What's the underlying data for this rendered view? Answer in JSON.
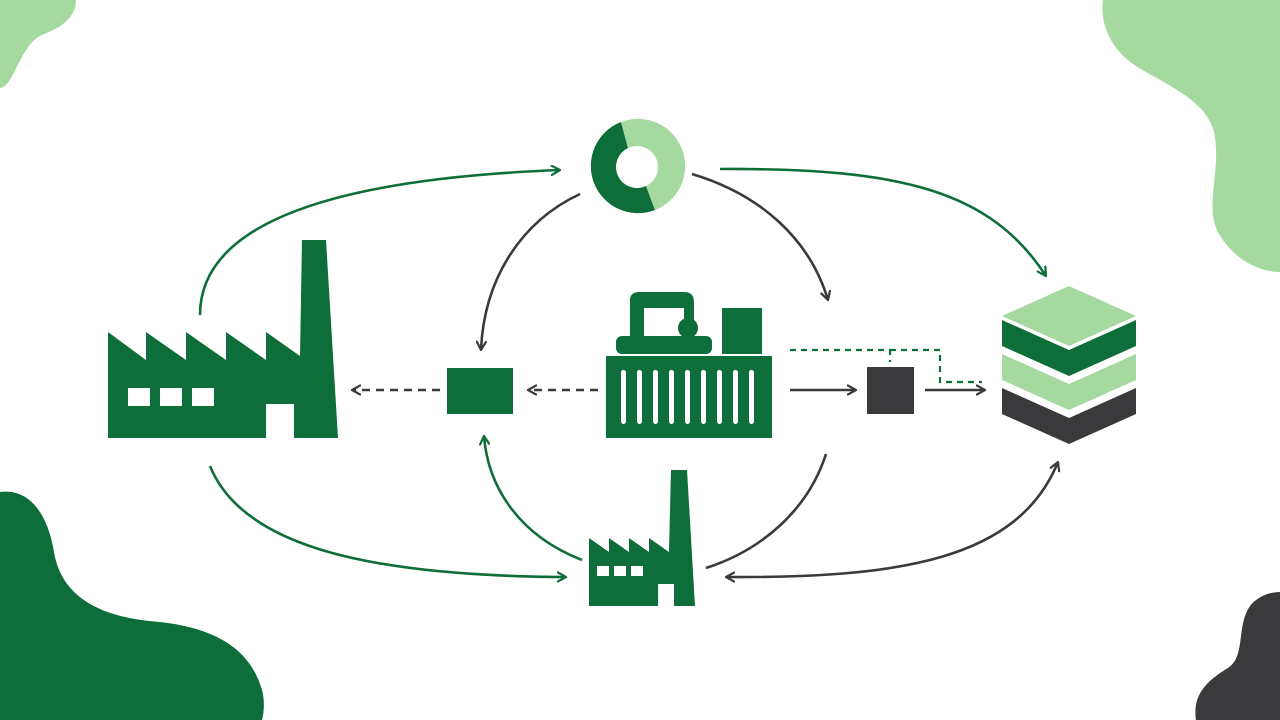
{
  "colors": {
    "dark_green": "#0e6e3a",
    "light_green": "#a5d9a0",
    "charcoal": "#3a3a3c",
    "background": "#ffffff"
  },
  "nodes": [
    {
      "id": "large-factory",
      "icon": "factory-icon",
      "color": "dark_green"
    },
    {
      "id": "recycle-ring",
      "icon": "donut-chart-icon",
      "color": "dark_green"
    },
    {
      "id": "processing-machine",
      "icon": "industrial-machine-icon",
      "color": "dark_green"
    },
    {
      "id": "green-block",
      "icon": "square-icon",
      "color": "dark_green"
    },
    {
      "id": "dark-block",
      "icon": "square-icon",
      "color": "charcoal"
    },
    {
      "id": "material-stack",
      "icon": "layered-stack-icon",
      "color": "dark_green"
    },
    {
      "id": "small-factory",
      "icon": "factory-icon",
      "color": "dark_green"
    }
  ],
  "flows": [
    {
      "from": "large-factory",
      "to": "recycle-ring",
      "style": "solid",
      "color": "dark_green"
    },
    {
      "from": "recycle-ring",
      "to": "material-stack",
      "style": "solid",
      "color": "dark_green"
    },
    {
      "from": "recycle-ring",
      "to": "green-block",
      "style": "solid",
      "color": "charcoal"
    },
    {
      "from": "recycle-ring",
      "to": "processing-machine",
      "style": "solid",
      "color": "charcoal"
    },
    {
      "from": "processing-machine",
      "to": "green-block",
      "style": "dashed",
      "color": "charcoal"
    },
    {
      "from": "green-block",
      "to": "large-factory",
      "style": "dashed",
      "color": "charcoal"
    },
    {
      "from": "processing-machine",
      "to": "dark-block",
      "style": "solid",
      "color": "charcoal"
    },
    {
      "from": "dark-block",
      "to": "material-stack",
      "style": "solid",
      "color": "charcoal"
    },
    {
      "from": "processing-machine",
      "to": "material-stack",
      "style": "dashed",
      "color": "dark_green"
    },
    {
      "from": "large-factory",
      "to": "small-factory",
      "style": "solid",
      "color": "dark_green"
    },
    {
      "from": "small-factory",
      "to": "green-block",
      "style": "solid",
      "color": "dark_green"
    },
    {
      "from": "processing-machine",
      "to": "small-factory",
      "style": "solid",
      "color": "charcoal"
    },
    {
      "from": "material-stack",
      "to": "small-factory",
      "style": "solid",
      "color": "charcoal",
      "bidirectional": true
    }
  ]
}
